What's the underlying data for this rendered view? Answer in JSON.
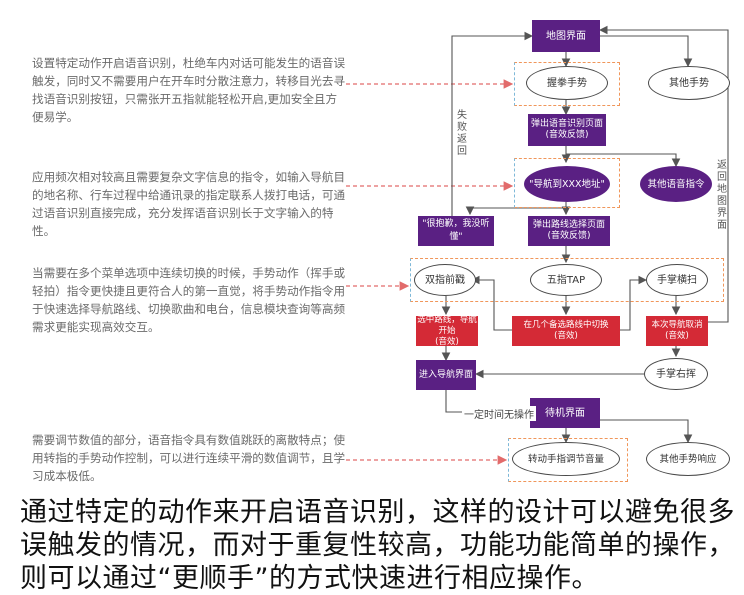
{
  "descriptions": [
    "设置特定动作开启语音识别，杜绝车内对话可能发生的语音误触发，同时又不需要用户在开车时分散注意力，转移目光去寻找语音识别按钮，只需张开五指就能轻松开启,更加安全且方便易学。",
    "应用频次相对较高且需要复杂文字信息的指令，如输入导航目的地名称、行车过程中给通讯录的指定联系人拨打电话，可通过语音识别直接完成，充分发挥语音识别长于文字输入的特性。",
    "当需要在多个菜单选项中连续切换的时候，手势动作（挥手或轻拍）指令更快捷且更符合人的第一直觉，将手势动作指令用于快速选择导航路线、切换歌曲和电台，信息模块查询等高频需求更能实现高效交互。",
    "需要调节数值的部分，语音指令具有数值跳跃的离散特点；使用转指的手势动作控制，可以进行连续平滑的数值调节，且学习成本极低。"
  ],
  "nodes": {
    "map_ui": "地图界面",
    "fist": "握拳手势",
    "other_gesture": "其他手势",
    "voice_popup": "弹出语音识别页面\n(音效反馈)",
    "navigate_to": "\"导航到XXX地址\"",
    "other_voice": "其他语音指令",
    "sorry": "\"很抱歉，我没听懂\"",
    "route_popup": "弹出路线选择页面\n(音效反馈)",
    "two_finger": "双指前戳",
    "five_tap": "五指TAP",
    "palm_swipe": "手掌横扫",
    "select_route": "选中路线，导航开始\n(音效)",
    "switch_route": "在几个备选路线中切换\n(音效)",
    "cancel_nav": "本次导航取消\n(音效)",
    "enter_nav": "进入导航界面",
    "palm_right": "手掌右挥",
    "standby": "待机界面",
    "rotate_volume": "转动手指调节音量",
    "no_response": "其他手势响应"
  },
  "labels": {
    "fail_return": "失败返回",
    "return_map": "返回地图界面",
    "idle": "一定时间无操作"
  },
  "caption": "通过特定的动作来开启语音识别，这样的设计可以避免很多误触发的情况，而对于重复性较高，功能功能简单的操作，则可以通过“更顺手”的方式快速进行相应操作。"
}
